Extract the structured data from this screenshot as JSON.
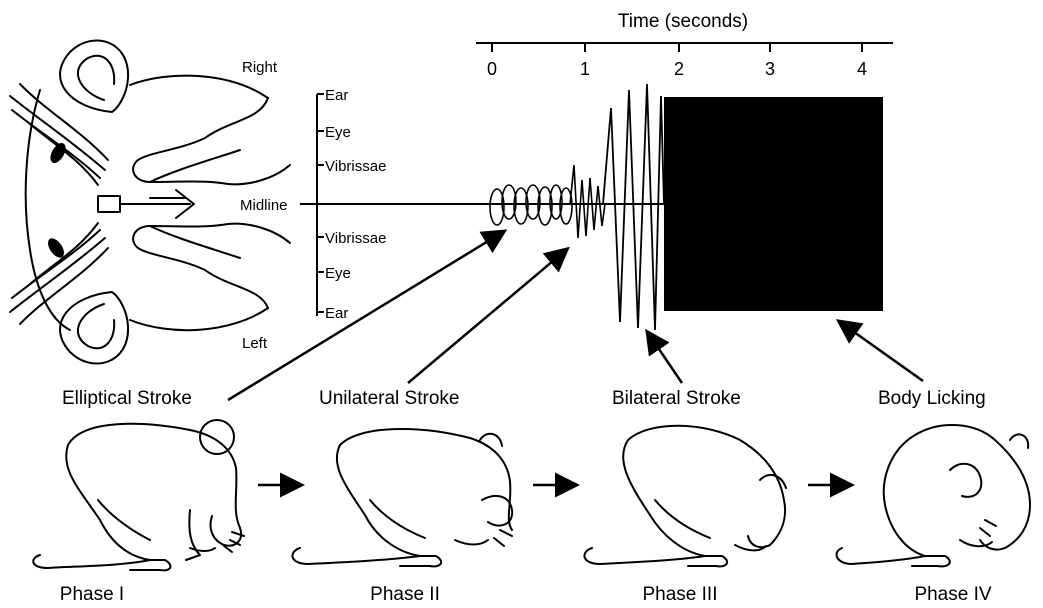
{
  "time_axis": {
    "title": "Time (seconds)",
    "ticks": [
      "0",
      "1",
      "2",
      "3",
      "4"
    ]
  },
  "side_labels": {
    "right": "Right",
    "midline": "Midline",
    "left": "Left"
  },
  "regions": [
    "Ear",
    "Eye",
    "Vibrissae",
    "Vibrissae",
    "Eye",
    "Ear"
  ],
  "strokes": {
    "elliptical": "Elliptical Stroke",
    "unilateral": "Unilateral Stroke",
    "bilateral": "Bilateral Stroke",
    "body_licking": "Body Licking"
  },
  "phases": [
    "Phase I",
    "Phase II",
    "Phase III",
    "Phase IV"
  ],
  "colors": {
    "ink": "#000000",
    "background": "#ffffff"
  }
}
